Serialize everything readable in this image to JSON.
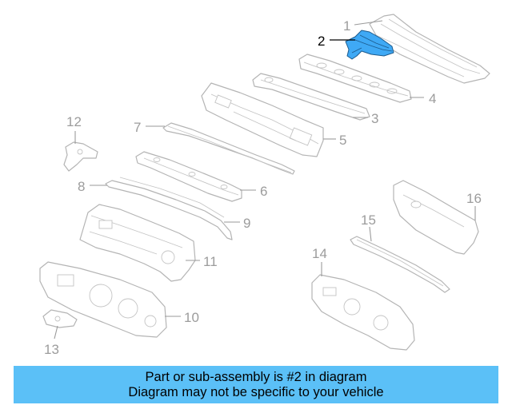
{
  "diagram": {
    "callouts": [
      {
        "id": "1",
        "label": "1"
      },
      {
        "id": "2",
        "label": "2"
      },
      {
        "id": "3",
        "label": "3"
      },
      {
        "id": "4",
        "label": "4"
      },
      {
        "id": "5",
        "label": "5"
      },
      {
        "id": "6",
        "label": "6"
      },
      {
        "id": "7",
        "label": "7"
      },
      {
        "id": "8",
        "label": "8"
      },
      {
        "id": "9",
        "label": "9"
      },
      {
        "id": "10",
        "label": "10"
      },
      {
        "id": "11",
        "label": "11"
      },
      {
        "id": "12",
        "label": "12"
      },
      {
        "id": "13",
        "label": "13"
      },
      {
        "id": "14",
        "label": "14"
      },
      {
        "id": "15",
        "label": "15"
      },
      {
        "id": "16",
        "label": "16"
      }
    ],
    "highlighted_part": "2",
    "colors": {
      "highlight_fill": "#3fa9f5",
      "highlight_stroke": "#1c5a8c",
      "part_stroke": "#b4b4b4",
      "callout_text": "#9c9c9c",
      "banner": "#5bc0f7"
    }
  },
  "banner": {
    "line1": "Part or sub-assembly is #2 in diagram",
    "line2": "Diagram may not be specific to your vehicle"
  }
}
